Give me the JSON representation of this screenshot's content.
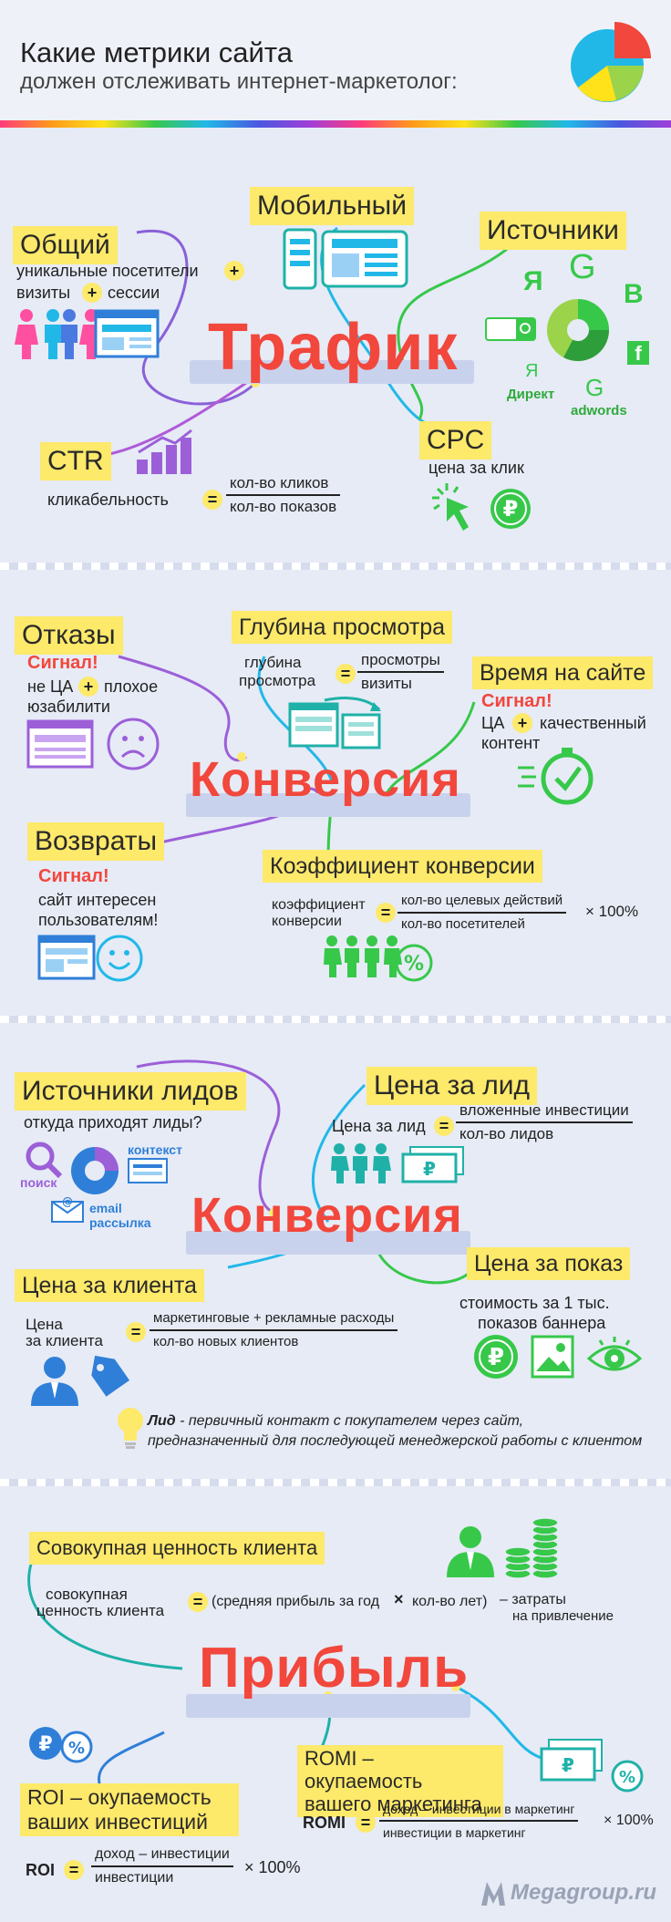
{
  "header": {
    "title": "Какие метрики сайта",
    "subtitle": "должен отслеживать интернет-маркетолог:"
  },
  "traffic": {
    "title": "Трафик",
    "general": {
      "label": "Общий",
      "line1": "уникальные посетители",
      "line2a": "визиты",
      "line2b": "сессии"
    },
    "mobile": {
      "label": "Мобильный"
    },
    "sources": {
      "label": "Источники",
      "direct": "Директ",
      "adwords": "adwords",
      "y": "Я",
      "g": "G",
      "b": "B",
      "f": "f"
    },
    "ctr": {
      "label": "CTR",
      "text": "кликабельность",
      "num": "кол-во кликов",
      "den": "кол-во показов"
    },
    "cpc": {
      "label": "CPC",
      "text": "цена за клик"
    }
  },
  "conversion1": {
    "title": "Конверсия",
    "bounces": {
      "label": "Отказы",
      "signal": "Сигнал!",
      "line1a": "не ЦА",
      "line1b": "плохое",
      "line2": "юзабилити"
    },
    "depth": {
      "label": "Глубина просмотра",
      "left1": "глубина",
      "left2": "просмотра",
      "num": "просмотры",
      "den": "визиты"
    },
    "time": {
      "label": "Время на сайте",
      "signal": "Сигнал!",
      "line1a": "ЦА",
      "line1b": "качественный",
      "line2": "контент"
    },
    "returns": {
      "label": "Возвраты",
      "signal": "Сигнал!",
      "line1": "сайт  интересен",
      "line2": "пользователям!"
    },
    "rate": {
      "label": "Коэффициент конверсии",
      "left1": "коэффициент",
      "left2": "конверсии",
      "num": "кол-во целевых действий",
      "den": "кол-во посетителей",
      "mult": "× 100%"
    }
  },
  "conversion2": {
    "title": "Конверсия",
    "leads": {
      "label": "Источники лидов",
      "text": "откуда приходят лиды?",
      "search": "поиск",
      "context": "контекст",
      "email1": "email",
      "email2": "рассылка"
    },
    "cpl": {
      "label": "Цена за лид",
      "left": "Цена за лид",
      "num": "вложенные инвестиции",
      "den": "кол-во лидов"
    },
    "cpm": {
      "label": "Цена за показ",
      "line1": "стоимость за 1 тыс.",
      "line2": "показов баннера"
    },
    "cpa": {
      "label": "Цена за клиента",
      "left1": "Цена",
      "left2": "за клиента",
      "num_a": "маркетинговые",
      "num_b": "рекламные расходы",
      "den": "кол-во новых клиентов"
    },
    "note_bold": "Лид",
    "note1": " - первичный контакт с покупателем через сайт,",
    "note2": "предназначенный для последующей менеджерской работы с клиентом"
  },
  "profit": {
    "title": "Прибыль",
    "ltv": {
      "label": "Совокупная ценность клиента",
      "left1": "совокупная",
      "left2": "ценность клиента",
      "expr": "(средняя прибыль за год",
      "expr2": "кол-во лет)",
      "minus": "– затраты",
      "minus2": "на привлечение"
    },
    "roi": {
      "label1": "ROI – окупаемость",
      "label2": "ваших инвестиций",
      "left": "ROI",
      "num_a": "доход",
      "num_b": "инвестиции",
      "den": "инвестиции",
      "mult": "× 100%"
    },
    "romi": {
      "label1": "ROMI – окупаемость",
      "label2": "вашего маркетинга",
      "left": "ROMI",
      "num_a": "доход",
      "num_b": "инвестиции в маркетинг",
      "den": "инвестиции в маркетинг",
      "mult": "× 100%"
    }
  },
  "footer": {
    "logo": "Megagroup.ru"
  },
  "colors": {
    "accent": "#f2473c",
    "tag": "#fde96a",
    "teal": "#1fb1a8",
    "green": "#2faa3a",
    "purple": "#9c5fd8",
    "blue": "#2f7fd8"
  }
}
